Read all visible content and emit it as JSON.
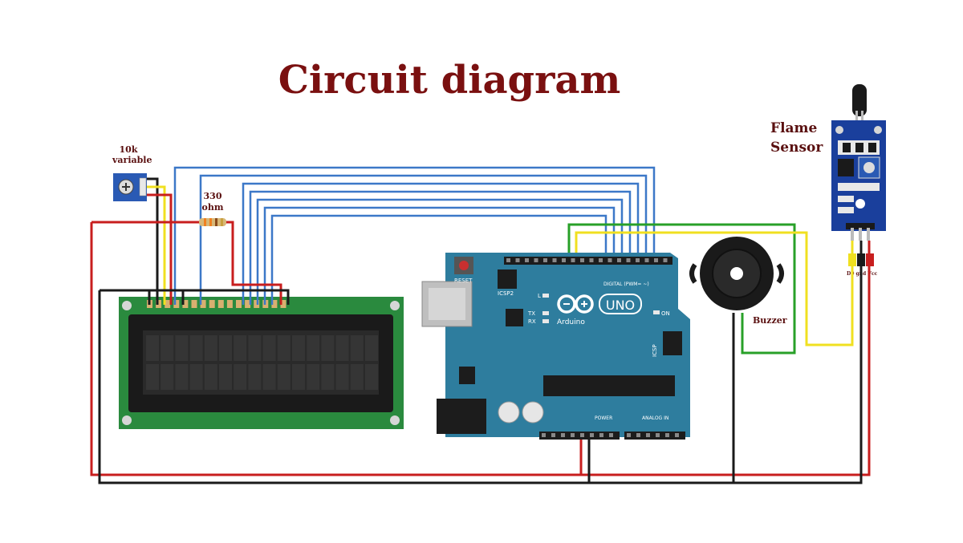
{
  "title": "Circuit diagram",
  "labels": {
    "pot_value": "10k",
    "pot_type": "variable",
    "resistor_value": "330",
    "resistor_unit": "ohm",
    "flame_line1": "Flame",
    "flame_line2": "Sensor",
    "buzzer": "Buzzer",
    "sensor_pins": "D0 gnd Vcc"
  },
  "board": {
    "brand": "Arduino",
    "model": "UNO",
    "reset": "RESET",
    "icsp2": "ICSP2",
    "icsp": "ICSP",
    "tx": "TX",
    "rx": "RX",
    "led_l": "L",
    "on": "ON",
    "digital": "DIGITAL (PWM= ~)",
    "power": "POWER",
    "analog": "ANALOG IN"
  },
  "colors": {
    "title": "#7a1010",
    "board": "#2e7d9e",
    "lcd_pcb": "#2a8a3e",
    "wire_blue": "#3c78c8",
    "wire_red": "#c81e1e",
    "wire_black": "#141414",
    "wire_yellow": "#f0e020",
    "wire_green": "#28a028"
  }
}
